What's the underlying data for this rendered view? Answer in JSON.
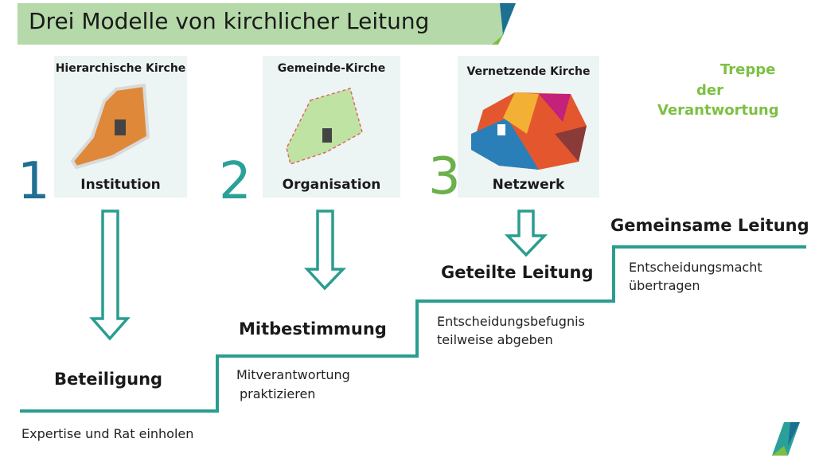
{
  "title": "Drei Modelle von kirchlicher Leitung",
  "colors": {
    "title_bg": "#b5d9a8",
    "teal": "#2a9d8f",
    "num1": "#1f6f93",
    "num2": "#2aa198",
    "num3": "#6ab04c",
    "treppe": "#7cc043"
  },
  "models": [
    {
      "number": "1",
      "heading": "Hierarchische Kirche",
      "label": "Institution"
    },
    {
      "number": "2",
      "heading": "Gemeinde-Kirche",
      "label": "Organisation"
    },
    {
      "number": "3",
      "heading": "Vernetzende Kirche",
      "label": "Netzwerk"
    }
  ],
  "treppe": {
    "line1": "Treppe",
    "line2": "der",
    "line3": "Verantwortung"
  },
  "steps": [
    {
      "title": "Beteiligung",
      "desc1": "Expertise und Rat einholen",
      "desc2": ""
    },
    {
      "title": "Mitbestimmung",
      "desc1": "Mitverantwortung",
      "desc2": "praktizieren"
    },
    {
      "title": "Geteilte Leitung",
      "desc1": "Entscheidungsbefugnis",
      "desc2": "teilweise abgeben"
    },
    {
      "title": "Gemeinsame Leitung",
      "desc1": "Entscheidungsmacht",
      "desc2": "übertragen"
    }
  ]
}
